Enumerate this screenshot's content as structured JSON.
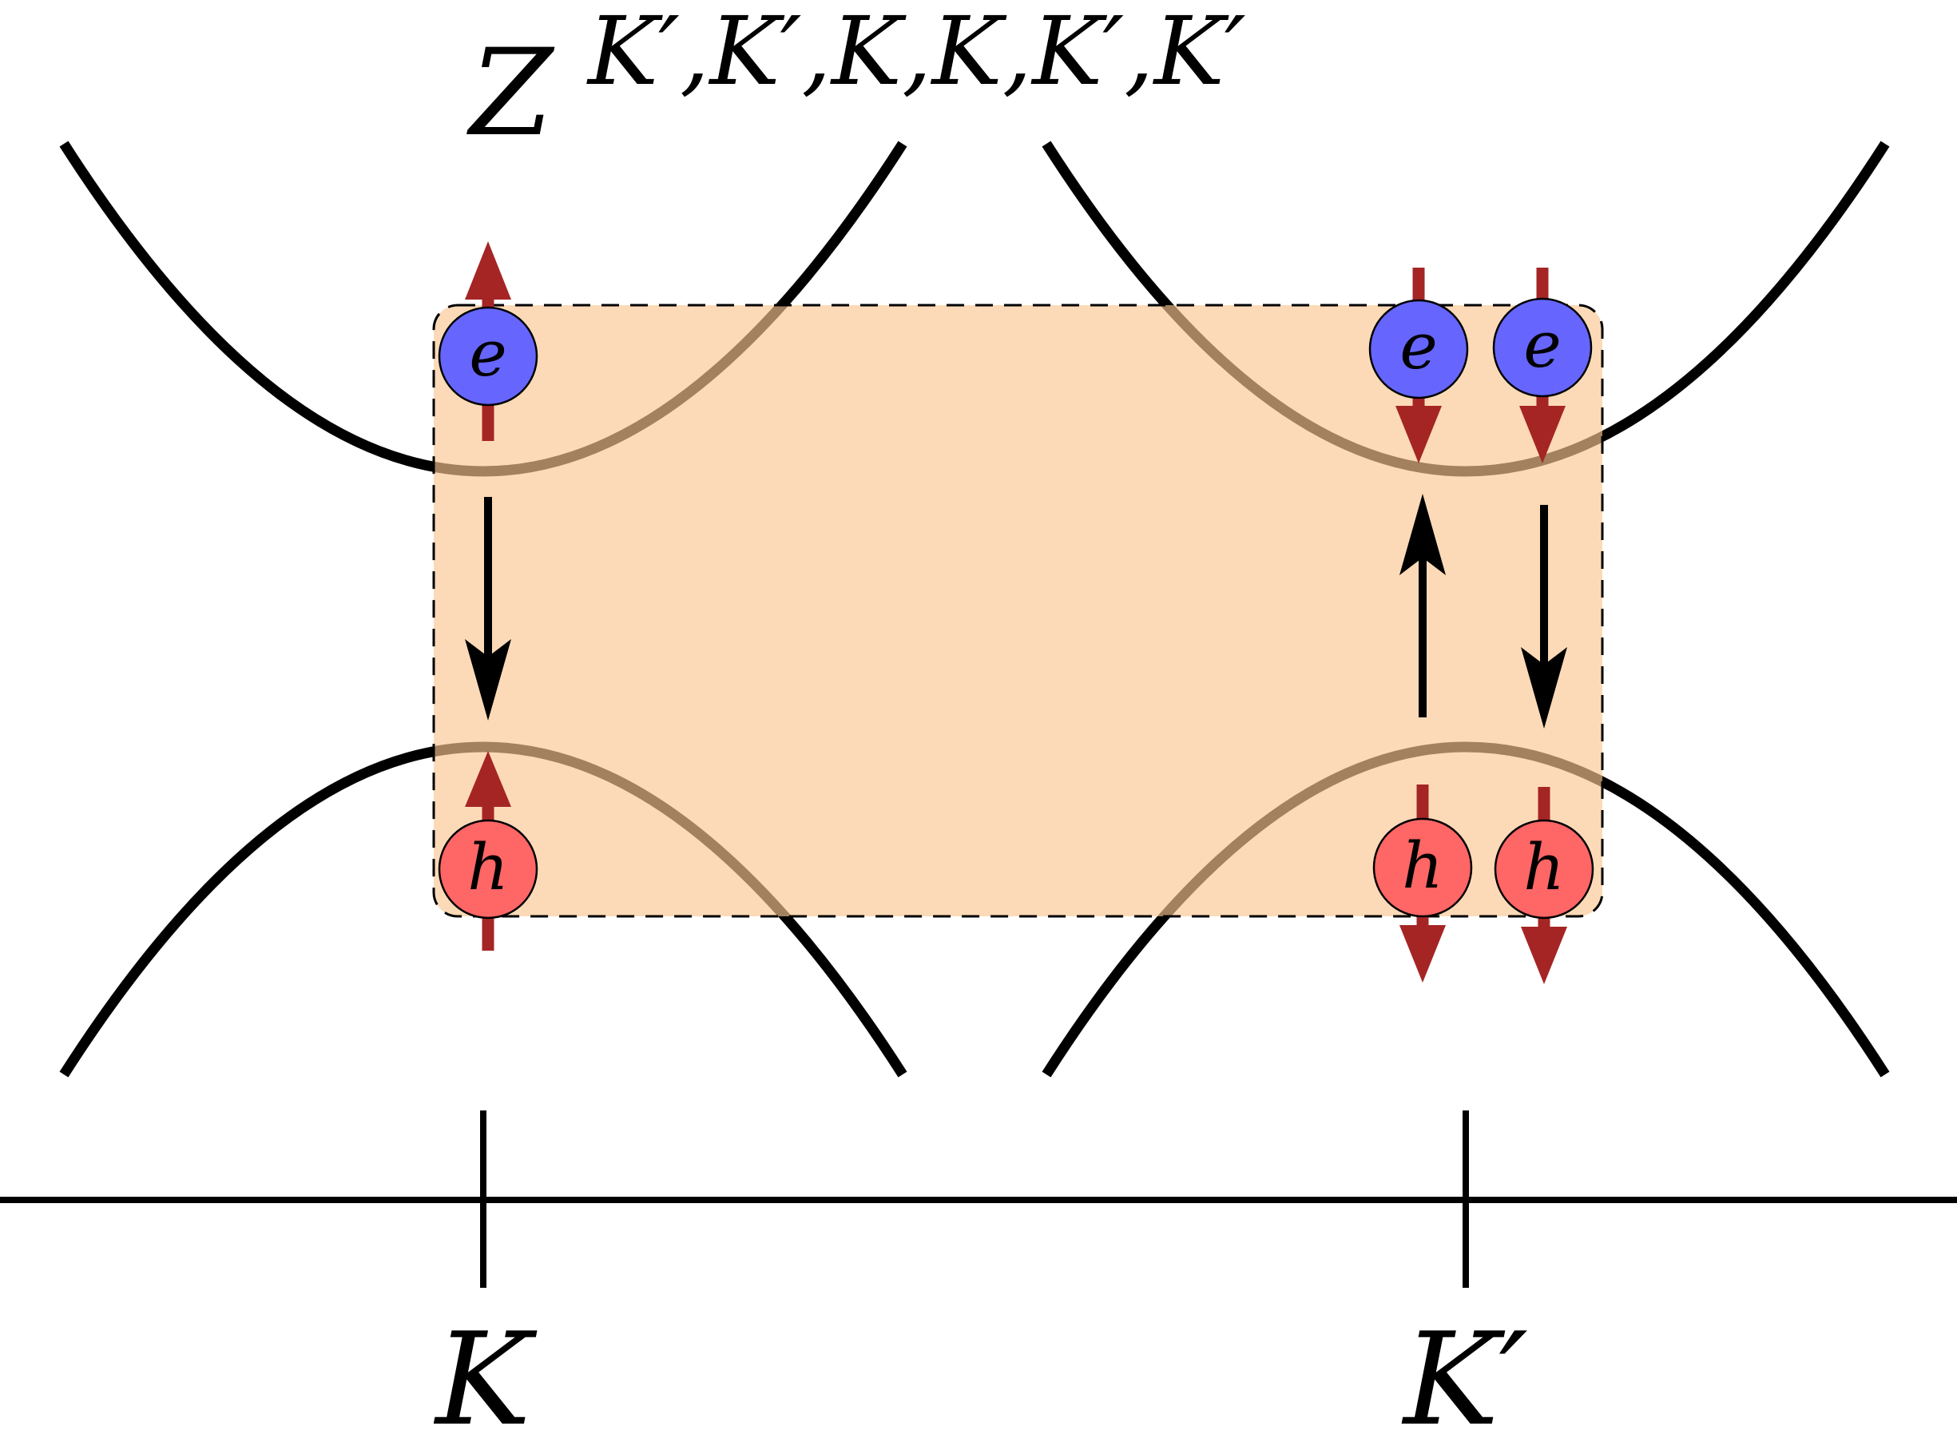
{
  "title": {
    "base": "Z",
    "superscript": "K′,K′,K,K,K′,K′"
  },
  "valleys": [
    {
      "label": "K"
    },
    {
      "label": "K′"
    }
  ],
  "particles": {
    "electron_label": "e",
    "hole_label": "h"
  },
  "colors": {
    "electron": "#6666ff",
    "hole": "#ff6666",
    "spin_arrow": "#a52525",
    "exciton_box": "#fcd9b4",
    "bands": "#000000"
  }
}
